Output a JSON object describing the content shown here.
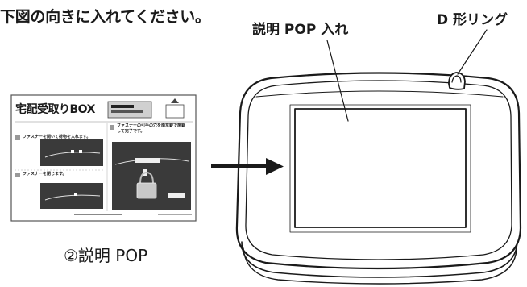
{
  "instruction_text": "下図の向きに入れてください。",
  "labels": {
    "pop": "説明 POP 入れ",
    "d_ring": "D 形リング"
  },
  "caption": "②説明 POP",
  "pop_card": {
    "title": "宅配受取りBOX",
    "step1": "ファスナーを開いて荷物を入れます。",
    "step2": "ファスナーの引手の穴を南京錠で施錠して完了です。",
    "step3": "ファスナーを閉じます。"
  }
}
